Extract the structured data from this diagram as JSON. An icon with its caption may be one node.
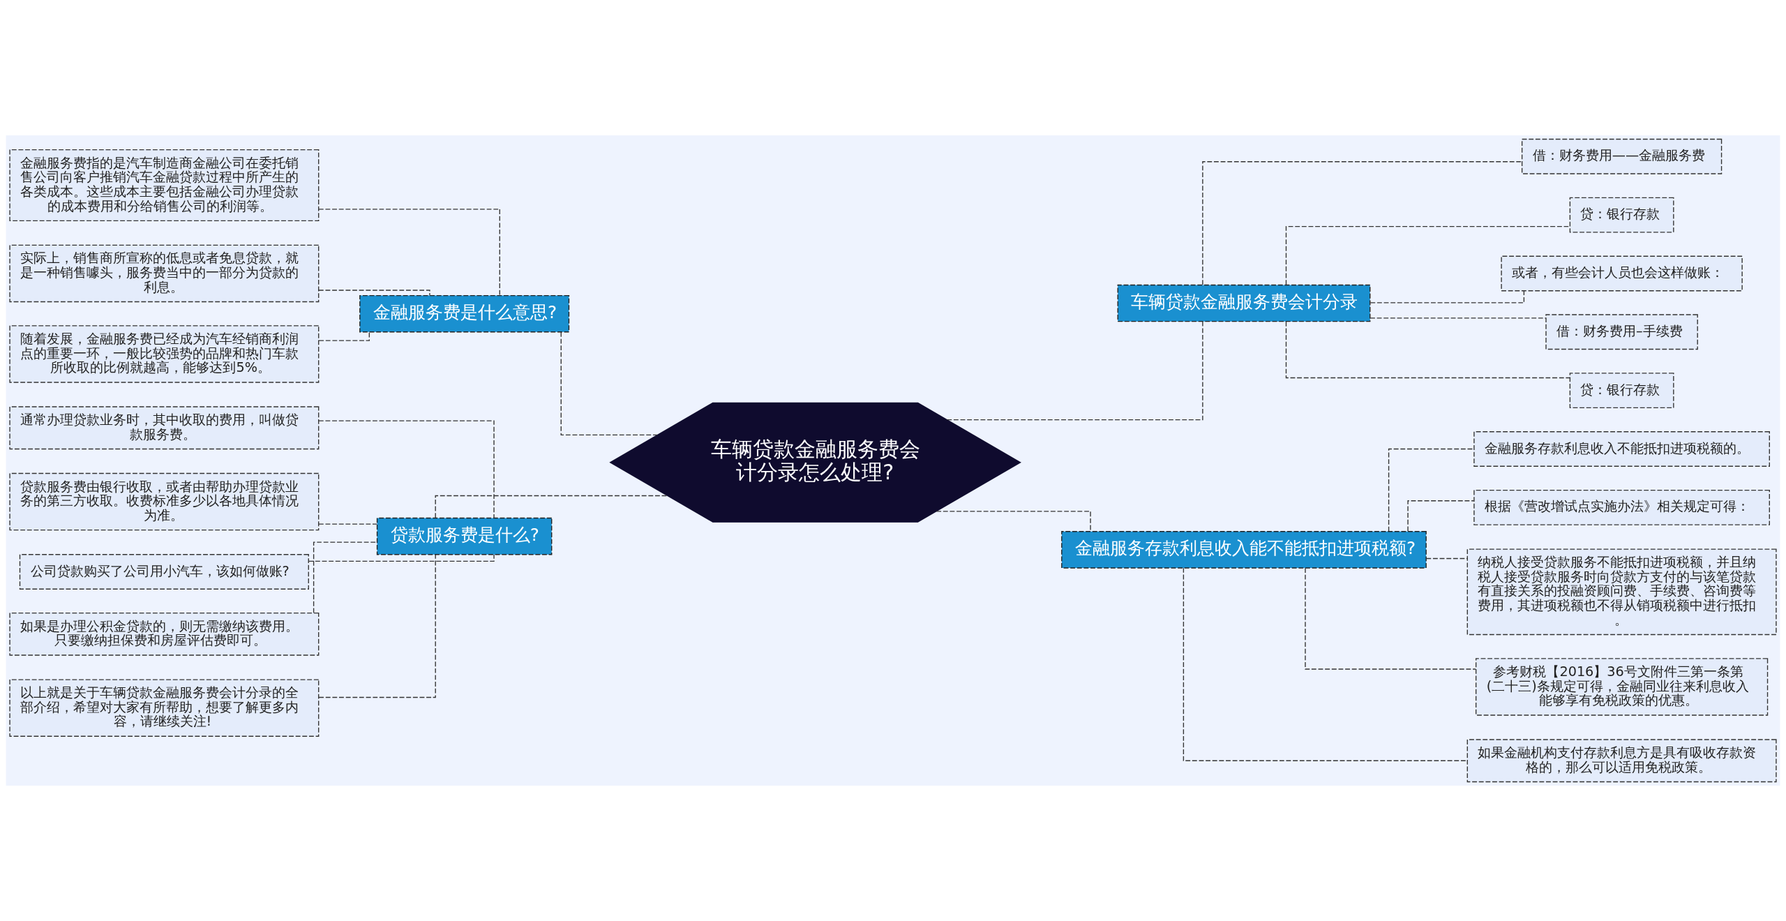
{
  "diagram": {
    "nodes": [
      {
        "text": [
          "车辆贷款金融服务费会计分录怎么处理?"
        ]
      },
      {
        "text": [
          "金融服务费是什么意思?"
        ]
      },
      {
        "text": [
          "金融服务费指的是汽车制造商金融公司在委托销售公司向客户推销汽车金融贷款过程中所产生的各类成本。这些成本主要包括金融公司办理贷款的成本费用和分给销售公司的利润等。"
        ]
      },
      {
        "text": [
          "实际上，销售商所宣称的低息或者免息贷款，就是一种销售噱头，服务费当中的一部分为贷款的利息。"
        ]
      },
      {
        "text": [
          "随着发展，金融服务费已经成为汽车经销商利润点的重要一环，一般比较强势的品牌和热门车款所收取的比例就越高，能够达到5%。"
        ]
      },
      {
        "text": [
          "贷款服务费是什么?"
        ]
      },
      {
        "text": [
          "通常办理贷款业务时，其中收取的费用，叫做贷款服务费。"
        ]
      },
      {
        "text": [
          "贷款服务费由银行收取，或者由帮助办理贷款业务的第三方收取。收费标准多少以各地具体情况为准。"
        ]
      },
      {
        "text": [
          "公司贷款购买了公司用小汽车，该如何做账?"
        ]
      },
      {
        "text": [
          "如果是办理公积金贷款的，则无需缴纳该费用。只要缴纳担保费和房屋评估费即可。"
        ]
      },
      {
        "text": [
          "以上就是关于车辆贷款金融服务费会计分录的全部介绍，希望对大家有所帮助，想要了解更多内容，请继续关注!"
        ]
      },
      {
        "text": [
          "车辆贷款金融服务费会计分录"
        ]
      },
      {
        "text": [
          "借：财务费用——金融服务费"
        ]
      },
      {
        "text": [
          "贷：银行存款"
        ]
      },
      {
        "text": [
          "或者，有些会计人员也会这样做账："
        ]
      },
      {
        "text": [
          "借：财务费用–手续费"
        ]
      },
      {
        "text": [
          "贷：银行存款"
        ]
      },
      {
        "text": [
          "金融服务存款利息收入能不能抵扣进项税额?"
        ]
      },
      {
        "text": [
          "金融服务存款利息收入不能抵扣进项税额的。"
        ]
      },
      {
        "text": [
          "根据《营改增试点实施办法》相关规定可得："
        ]
      },
      {
        "text": [
          "纳税人接受贷款服务不能抵扣进项税额，并且纳税人接受贷款服务时向贷款方支付的与该笔贷款有直接关系的投融资顾问费、手续费、咨询费等费用，其进项税额也不得从销项税额中进行抵扣。"
        ]
      },
      {
        "text": [
          "参考财税【2016】36号文附件三第一条第(二十三)条规定可得，金融同业往来利息收入能够享有免税政策的优惠。"
        ]
      },
      {
        "text": [
          "如果金融机构支付存款利息方是具有吸收存款资格的，那么可以适用免税政策。"
        ]
      }
    ],
    "edges": [
      {
        "from": 0,
        "to": 1,
        "arrow": "none"
      },
      {
        "from": 1,
        "to": 2,
        "arrow": "none"
      },
      {
        "from": 1,
        "to": 3,
        "arrow": "none"
      },
      {
        "from": 1,
        "to": 4,
        "arrow": "none"
      },
      {
        "from": 0,
        "to": 5,
        "arrow": "none"
      },
      {
        "from": 5,
        "to": 6,
        "arrow": "none"
      },
      {
        "from": 5,
        "to": 7,
        "arrow": "none"
      },
      {
        "from": 5,
        "to": 8,
        "arrow": "none"
      },
      {
        "from": 5,
        "to": 9,
        "arrow": "none"
      },
      {
        "from": 5,
        "to": 10,
        "arrow": "none"
      },
      {
        "from": 0,
        "to": 11,
        "arrow": "none"
      },
      {
        "from": 11,
        "to": 12,
        "arrow": "none"
      },
      {
        "from": 11,
        "to": 13,
        "arrow": "none"
      },
      {
        "from": 11,
        "to": 14,
        "arrow": "none"
      },
      {
        "from": 11,
        "to": 15,
        "arrow": "none"
      },
      {
        "from": 11,
        "to": 16,
        "arrow": "none"
      },
      {
        "from": 0,
        "to": 17,
        "arrow": "none"
      },
      {
        "from": 17,
        "to": 18,
        "arrow": "none"
      },
      {
        "from": 17,
        "to": 19,
        "arrow": "none"
      },
      {
        "from": 17,
        "to": 20,
        "arrow": "none"
      },
      {
        "from": 17,
        "to": 21,
        "arrow": "none"
      },
      {
        "from": 17,
        "to": 22,
        "arrow": "none"
      }
    ]
  }
}
